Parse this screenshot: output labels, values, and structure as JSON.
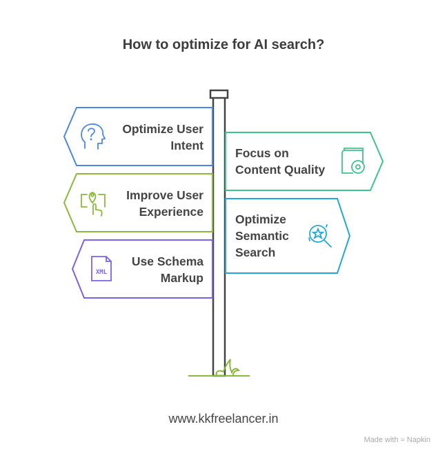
{
  "title": "How to optimize for AI search?",
  "signs": [
    {
      "label_line1": "Optimize User",
      "label_line2": "Intent",
      "icon": "head-question-icon",
      "color": "#4a86e8",
      "side": "left"
    },
    {
      "label_line1": "Focus on",
      "label_line2": "Content Quality",
      "icon": "book-disc-icon",
      "color": "#3cc48a",
      "side": "right"
    },
    {
      "label_line1": "Improve User",
      "label_line2": "Experience",
      "icon": "map-touch-icon",
      "color": "#8ab83a",
      "side": "left"
    },
    {
      "label_line1": "Optimize",
      "label_line2": "Semantic",
      "label_line3": "Search",
      "icon": "search-star-icon",
      "color": "#22a8d8",
      "side": "right"
    },
    {
      "label_line1": "Use Schema",
      "label_line2": "Markup",
      "icon": "xml-file-icon",
      "icon_text": "XML",
      "color": "#7b61ea",
      "side": "left"
    }
  ],
  "footer": {
    "website": "www.kkfreelancer.in",
    "made_with": "Made with",
    "brand": "Napkin"
  }
}
